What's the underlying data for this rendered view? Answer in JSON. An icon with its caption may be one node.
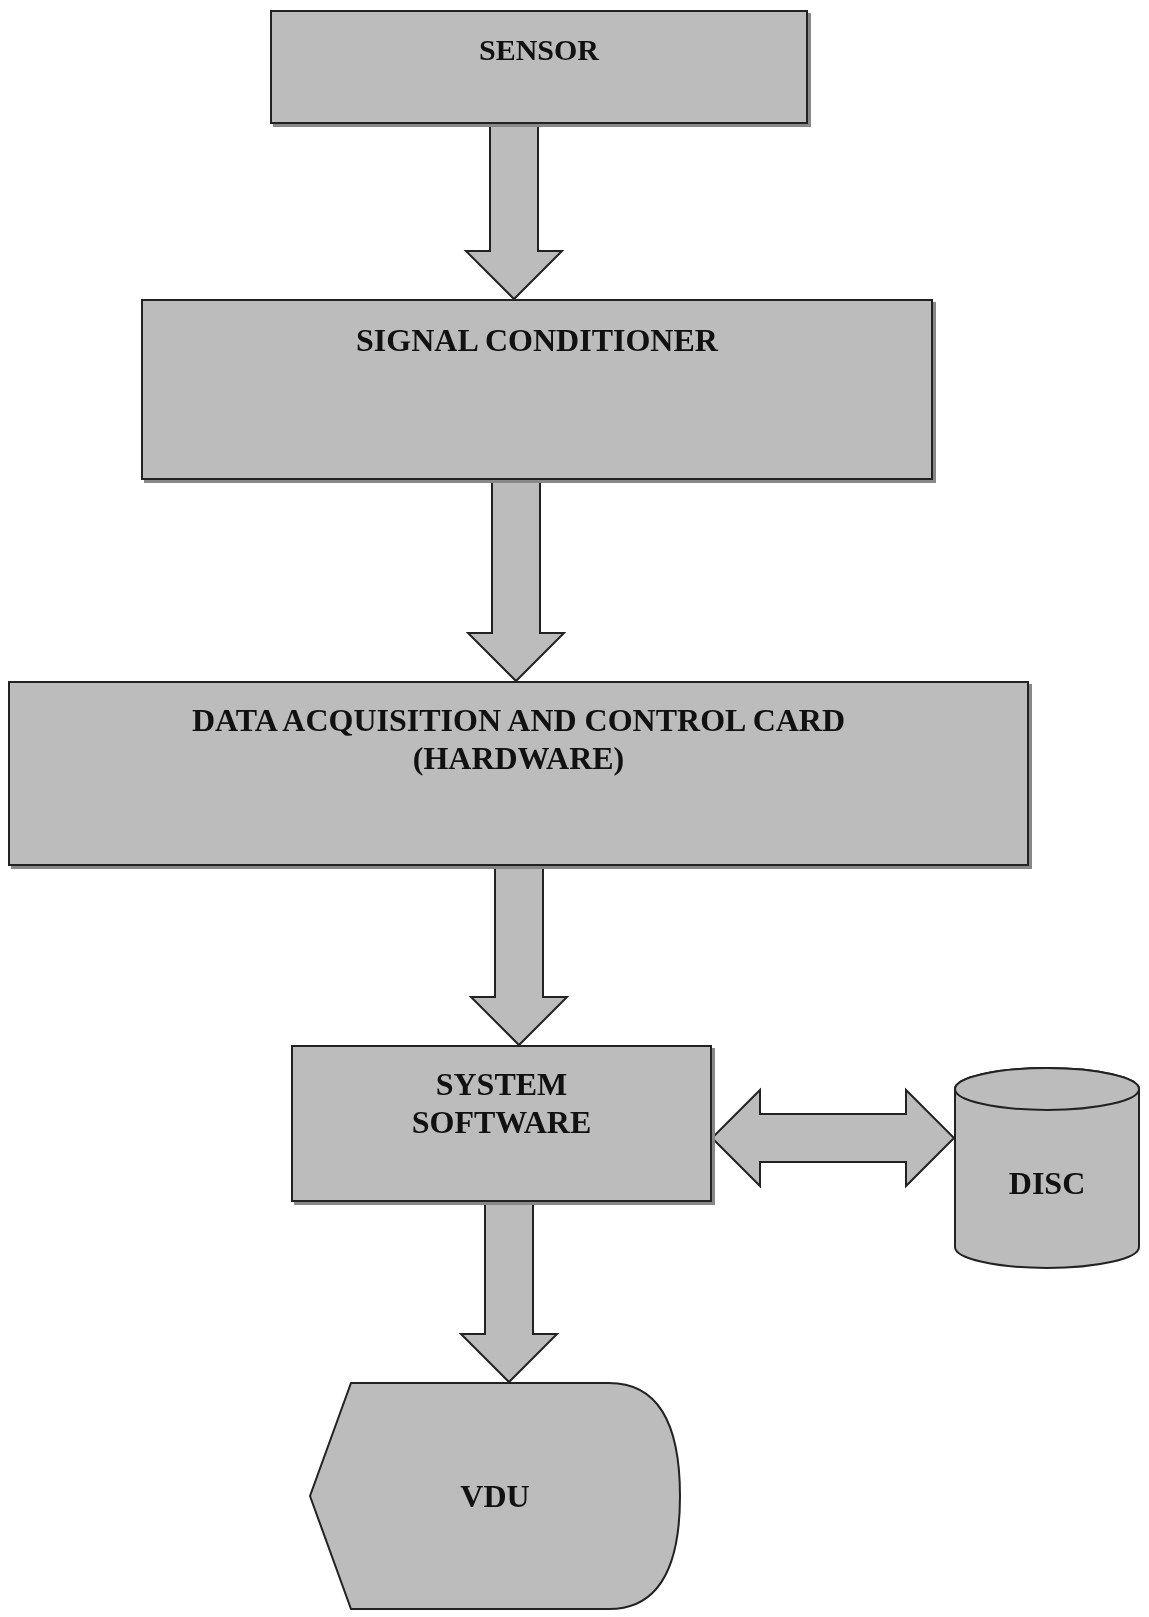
{
  "diagram": {
    "nodes": [
      {
        "text": [
          "SENSOR"
        ]
      },
      {
        "text": [
          "SIGNAL CONDITIONER"
        ]
      },
      {
        "text": [
          "DATA ACQUISITION AND CONTROL CARD (HARDWARE)"
        ]
      },
      {
        "text": [
          "SYSTEM SOFTWARE"
        ]
      },
      {
        "text": [
          "DISC"
        ]
      },
      {
        "text": [
          "VDU"
        ]
      }
    ],
    "edges": [
      {
        "from": 0,
        "to": 1,
        "arrow": "to",
        "style": "thick"
      },
      {
        "from": 1,
        "to": 2,
        "arrow": "to",
        "style": "thick"
      },
      {
        "from": 2,
        "to": 3,
        "arrow": "to",
        "style": "thick"
      },
      {
        "from": 3,
        "to": 4,
        "arrow": "both",
        "style": "thick"
      },
      {
        "from": 3,
        "to": 5,
        "arrow": "to",
        "style": "thick"
      }
    ]
  }
}
